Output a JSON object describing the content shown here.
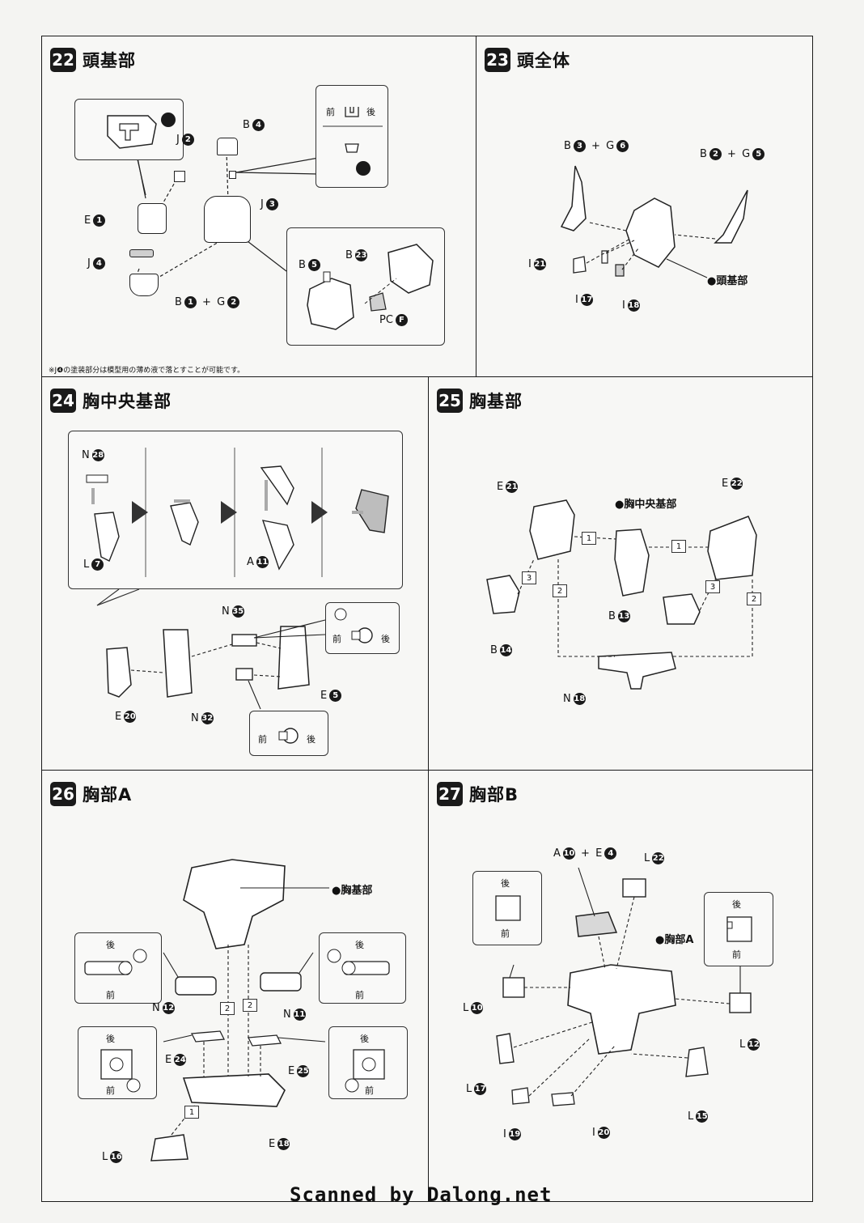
{
  "steps": {
    "s22": {
      "num": "22",
      "title": "頭基部",
      "labels": {
        "b4": "B",
        "b4n": "4",
        "j2": "J",
        "j2n": "2",
        "e1": "E",
        "e1n": "1",
        "j3": "J",
        "j3n": "3",
        "j4": "J",
        "j4n": "4",
        "b1g2a": "B",
        "b1g2an": "1",
        "b1g2b": "G",
        "b1g2bn": "2",
        "b5": "B",
        "b5n": "5",
        "b23": "B",
        "b23n": "23",
        "pcf": "PC",
        "pcfn": "F"
      },
      "inset": {
        "front": "前",
        "back": "後"
      },
      "note": "※J❹の塗装部分は模型用の薄め液で落とすことが可能です。"
    },
    "s23": {
      "num": "23",
      "title": "頭全体",
      "labels": {
        "b3": "B",
        "b3n": "3",
        "g6": "G",
        "g6n": "6",
        "b2": "B",
        "b2n": "2",
        "g5": "G",
        "g5n": "5",
        "i21": "I",
        "i21n": "21",
        "i17": "I",
        "i17n": "17",
        "i18": "I",
        "i18n": "18",
        "head": "●頭基部"
      }
    },
    "s24": {
      "num": "24",
      "title": "胸中央基部",
      "labels": {
        "n28": "N",
        "n28n": "28",
        "l7": "L",
        "l7n": "7",
        "a11": "A",
        "a11n": "11",
        "n35": "N",
        "n35n": "35",
        "e5": "E",
        "e5n": "5",
        "e20": "E",
        "e20n": "20",
        "n32": "N",
        "n32n": "32"
      },
      "inset": {
        "front": "前",
        "back": "後"
      }
    },
    "s25": {
      "num": "25",
      "title": "胸基部",
      "labels": {
        "e21": "E",
        "e21n": "21",
        "e22": "E",
        "e22n": "22",
        "center": "●胸中央基部",
        "b13": "B",
        "b13n": "13",
        "b14": "B",
        "b14n": "14",
        "n18": "N",
        "n18n": "18"
      },
      "order": [
        "1",
        "1",
        "2",
        "2",
        "3",
        "3"
      ]
    },
    "s26": {
      "num": "26",
      "title": "胸部A",
      "labels": {
        "chest": "●胸基部",
        "n12": "N",
        "n12n": "12",
        "n11": "N",
        "n11n": "11",
        "e24": "E",
        "e24n": "24",
        "e25": "E",
        "e25n": "25",
        "e18": "E",
        "e18n": "18",
        "l16": "L",
        "l16n": "16"
      },
      "inset": {
        "front": "前",
        "back": "後"
      },
      "order": [
        "2",
        "2",
        "1"
      ]
    },
    "s27": {
      "num": "27",
      "title": "胸部B",
      "labels": {
        "a10": "A",
        "a10n": "10",
        "e4": "E",
        "e4n": "4",
        "l22": "L",
        "l22n": "22",
        "chestA": "●胸部A",
        "l10": "L",
        "l10n": "10",
        "l12": "L",
        "l12n": "12",
        "l17": "L",
        "l17n": "17",
        "l15": "L",
        "l15n": "15",
        "i19": "I",
        "i19n": "19",
        "i20": "I",
        "i20n": "20"
      },
      "inset": {
        "front": "前",
        "back": "後"
      }
    }
  },
  "footer": "Scanned by Dalong.net"
}
